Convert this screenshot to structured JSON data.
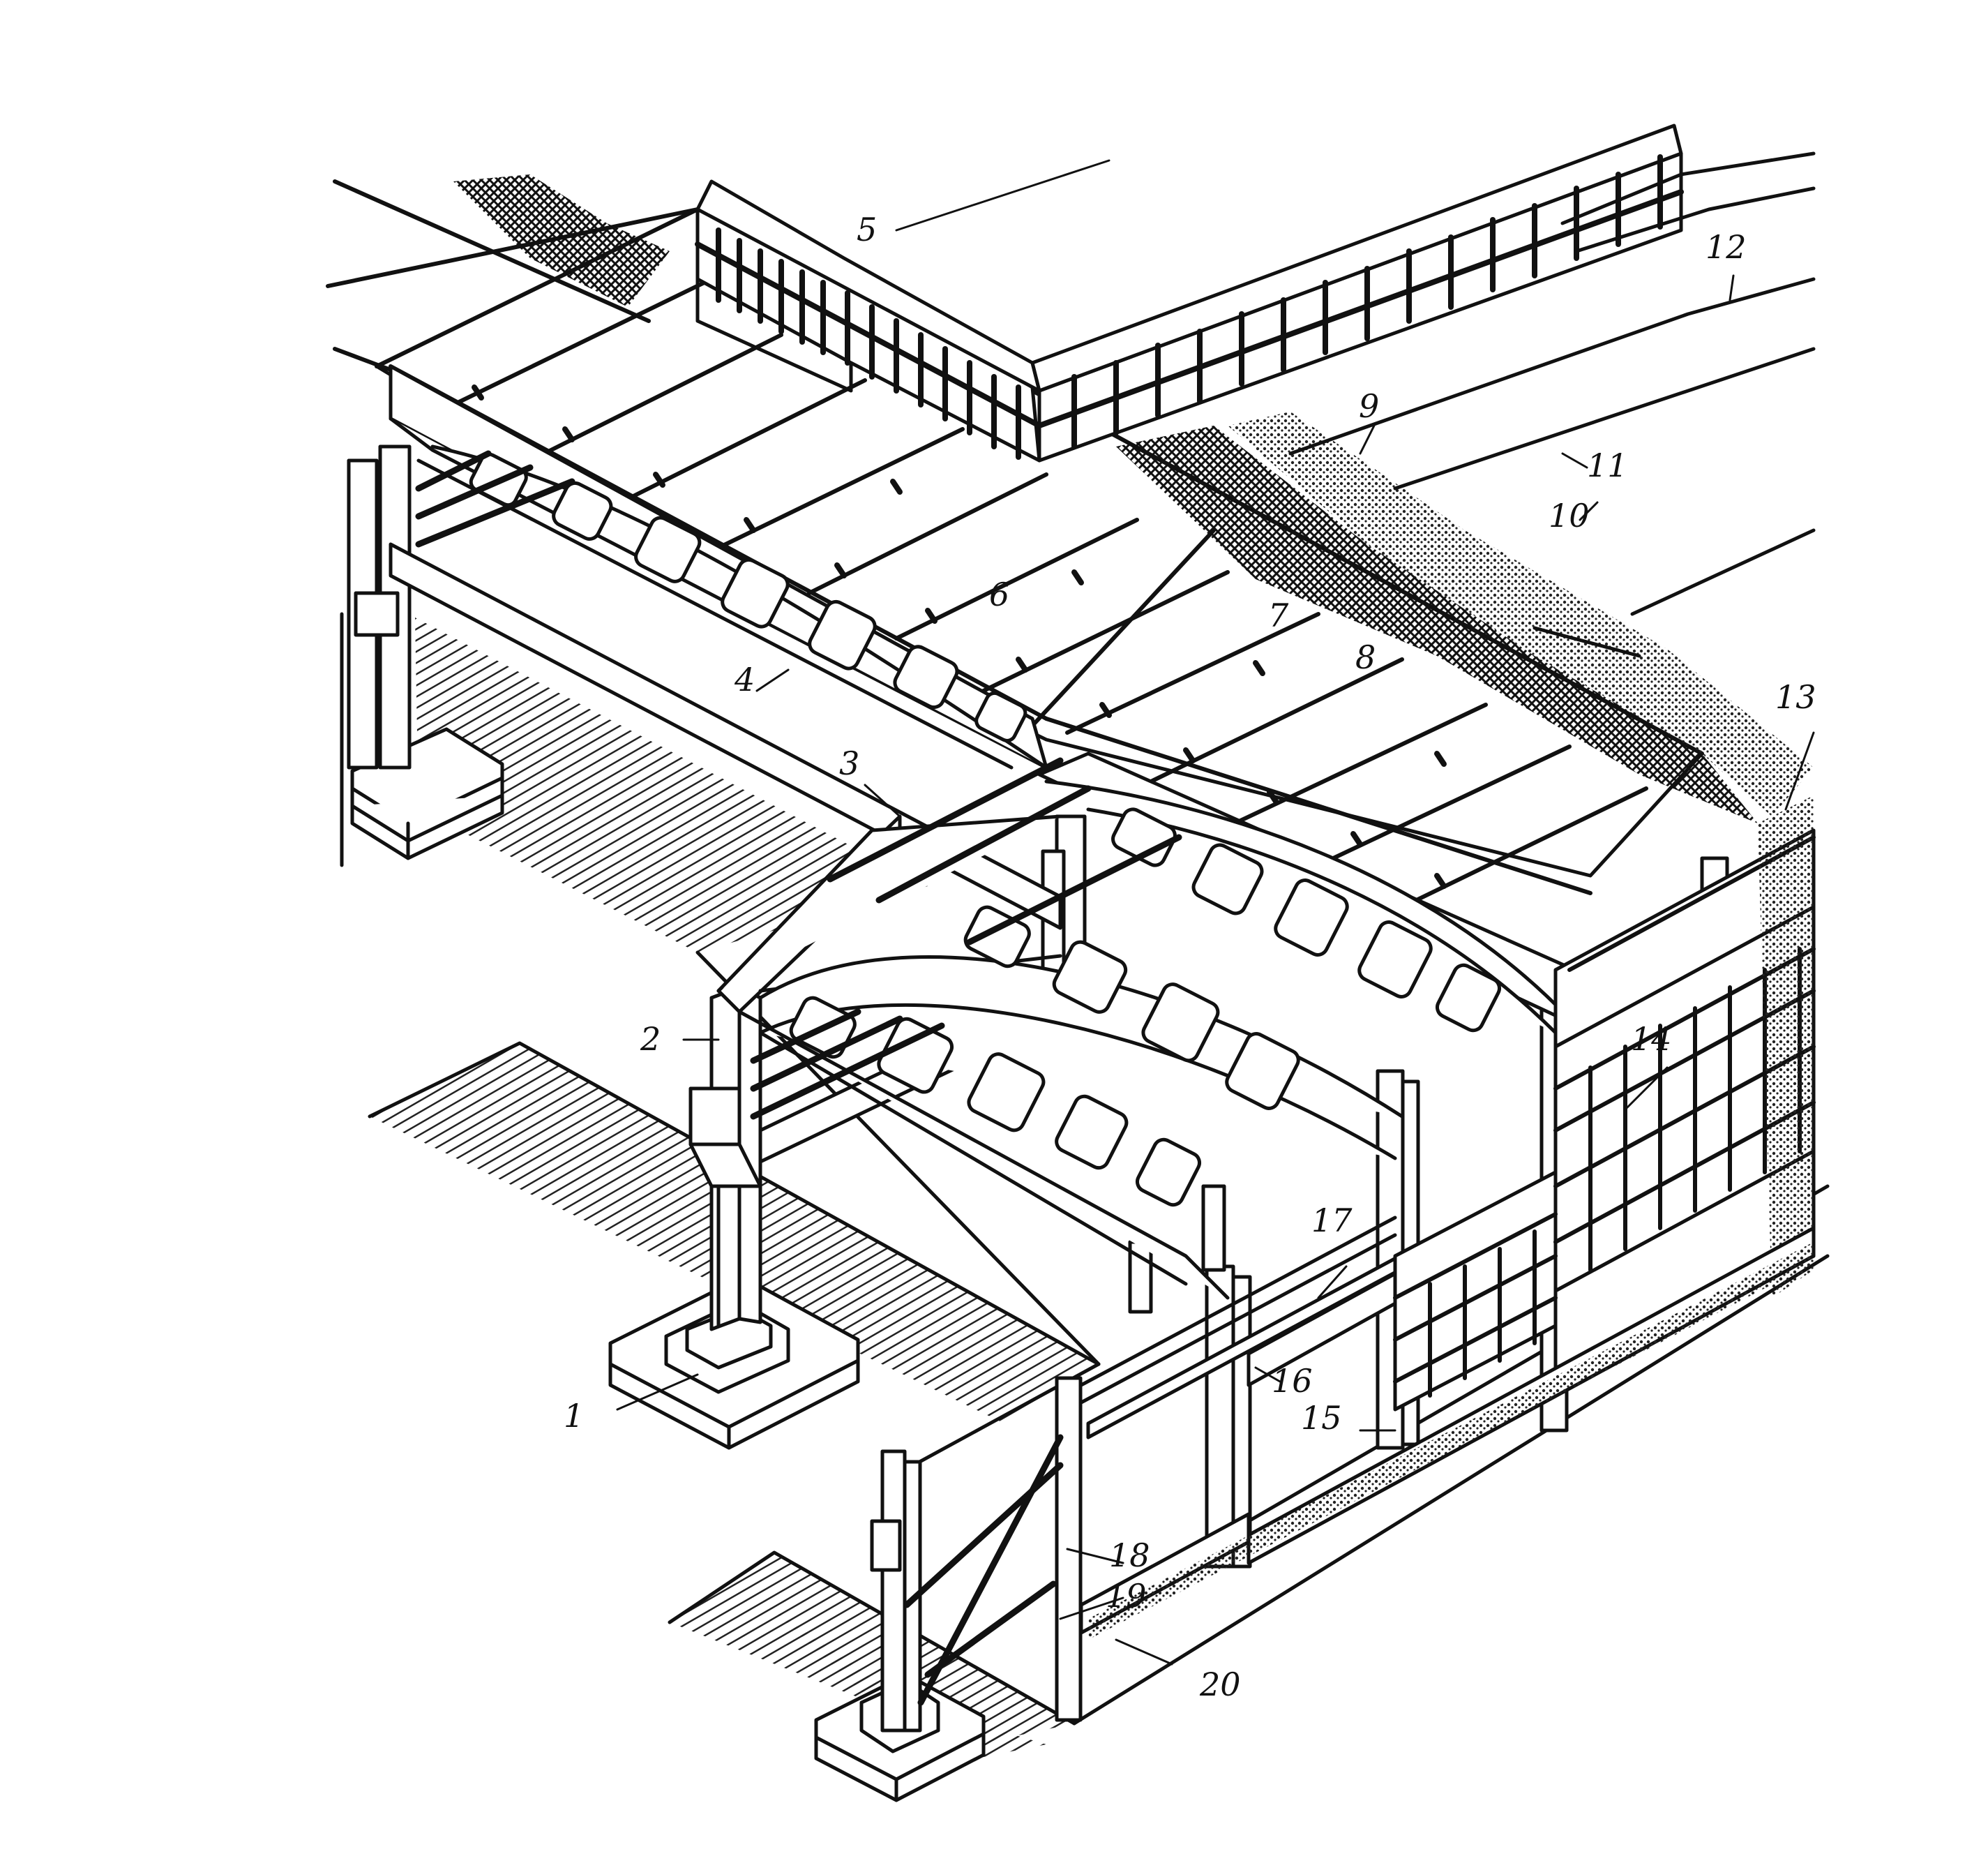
{
  "callouts": [
    {
      "id": "1",
      "label": "1"
    },
    {
      "id": "2",
      "label": "2"
    },
    {
      "id": "3",
      "label": "3"
    },
    {
      "id": "4",
      "label": "4"
    },
    {
      "id": "5",
      "label": "5"
    },
    {
      "id": "6",
      "label": "6"
    },
    {
      "id": "7",
      "label": "7"
    },
    {
      "id": "8",
      "label": "8"
    },
    {
      "id": "9",
      "label": "9"
    },
    {
      "id": "10",
      "label": "10"
    },
    {
      "id": "11",
      "label": "11"
    },
    {
      "id": "12",
      "label": "12"
    },
    {
      "id": "13",
      "label": "13"
    },
    {
      "id": "14",
      "label": "14"
    },
    {
      "id": "15",
      "label": "15"
    },
    {
      "id": "16",
      "label": "16"
    },
    {
      "id": "17",
      "label": "17"
    },
    {
      "id": "18",
      "label": "18"
    },
    {
      "id": "19",
      "label": "19"
    },
    {
      "id": "20",
      "label": "20"
    }
  ],
  "colors": {
    "ink": "#111111",
    "paper": "#ffffff",
    "hatch": "#222222"
  }
}
